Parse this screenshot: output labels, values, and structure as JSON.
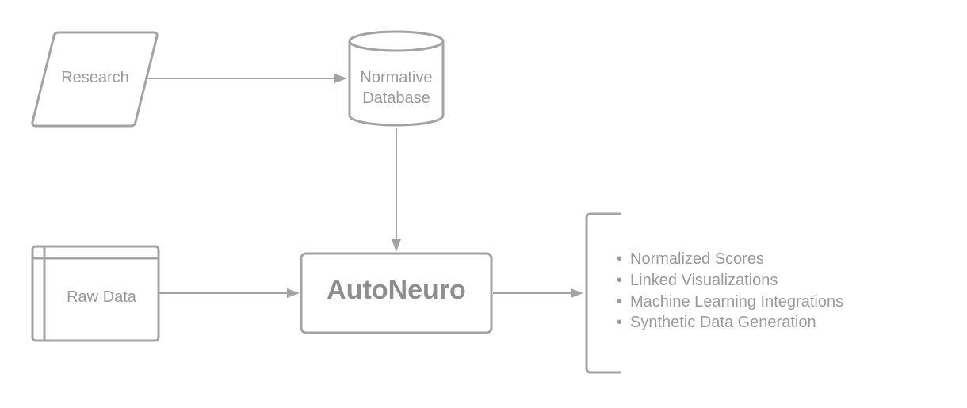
{
  "nodes": {
    "research": {
      "label": "Research"
    },
    "normative_database": {
      "label_line1": "Normative",
      "label_line2": "Database"
    },
    "raw_data": {
      "label": "Raw Data"
    },
    "autoneuro": {
      "label": "AutoNeuro"
    }
  },
  "outputs": {
    "items": [
      "Normalized Scores",
      "Linked Visualizations",
      "Machine Learning Integrations",
      "Synthetic Data Generation"
    ]
  },
  "colors": {
    "stroke": "#a3a3a3",
    "text": "#9a9a9a",
    "background": "#ffffff"
  }
}
